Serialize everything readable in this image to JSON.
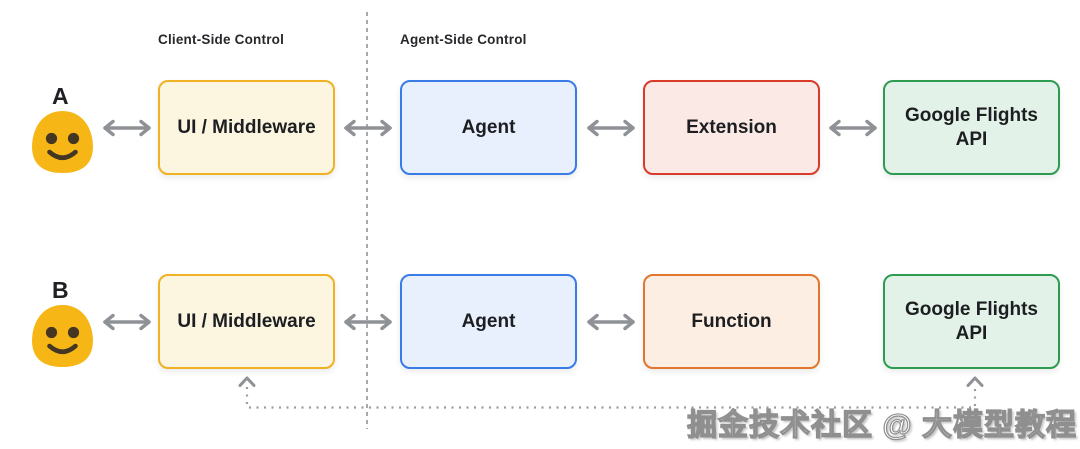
{
  "headers": {
    "client_side": "Client-Side Control",
    "agent_side": "Agent-Side Control"
  },
  "rows": [
    {
      "label": "A",
      "user_icon": "smiley-blob-emoji",
      "nodes": [
        {
          "label": "UI / Middleware",
          "variant": "yellow"
        },
        {
          "label": "Agent",
          "variant": "blue"
        },
        {
          "label": "Extension",
          "variant": "red"
        },
        {
          "label": "Google Flights API",
          "variant": "green"
        }
      ],
      "connections": [
        "user-to-ui-middleware-bidirectional",
        "ui-middleware-to-agent-bidirectional",
        "agent-to-extension-bidirectional",
        "extension-to-google-flights-api-bidirectional"
      ]
    },
    {
      "label": "B",
      "user_icon": "smiley-blob-emoji",
      "nodes": [
        {
          "label": "UI / Middleware",
          "variant": "yellow"
        },
        {
          "label": "Agent",
          "variant": "blue"
        },
        {
          "label": "Function",
          "variant": "orange"
        },
        {
          "label": "Google Flights API",
          "variant": "green"
        }
      ],
      "connections": [
        "user-to-ui-middleware-bidirectional",
        "ui-middleware-to-agent-bidirectional",
        "agent-to-function-bidirectional",
        "ui-middleware-to-google-flights-api-dotted-bidirectional"
      ]
    }
  ],
  "watermark": {
    "text": "掘金技术社区 @ 大模型教程"
  },
  "palette": {
    "arrow_gray": "#8e9196",
    "dashed_divider_gray": "#a6a9ad",
    "dotted_connector_gray": "#989ba0",
    "node_text": "#1d1e21",
    "header_text": "#26282b",
    "yellow_fill": "#fcf6e0",
    "yellow_border": "#f0b124",
    "blue_fill": "#e8effd",
    "blue_border": "#3a7be8",
    "red_fill": "#fbe9e6",
    "red_border": "#d93b2b",
    "orange_fill": "#fceee2",
    "orange_border": "#e2762c",
    "green_fill": "#e3f2e8",
    "green_border": "#2e9c50",
    "emoji_yellow": "#f6b716",
    "emoji_features": "#443622"
  }
}
